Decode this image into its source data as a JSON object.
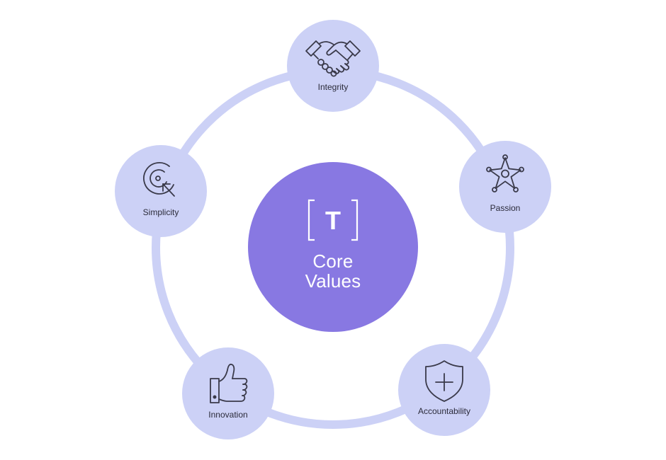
{
  "center": {
    "logo_letter": "T",
    "title_line1": "Core",
    "title_line2": "Values",
    "color": "#8878e2"
  },
  "values": [
    {
      "label": "Integrity",
      "icon": "handshake-icon"
    },
    {
      "label": "Passion",
      "icon": "sheriff-star-icon"
    },
    {
      "label": "Accountability",
      "icon": "shield-plus-icon"
    },
    {
      "label": "Innovation",
      "icon": "thumbs-up-icon"
    },
    {
      "label": "Simplicity",
      "icon": "target-cursor-icon"
    }
  ],
  "colors": {
    "node_fill": "#ccd1f6",
    "ring": "#ccd1f6",
    "icon_stroke": "#3a3a4a",
    "label_text": "#2b2b3a"
  }
}
